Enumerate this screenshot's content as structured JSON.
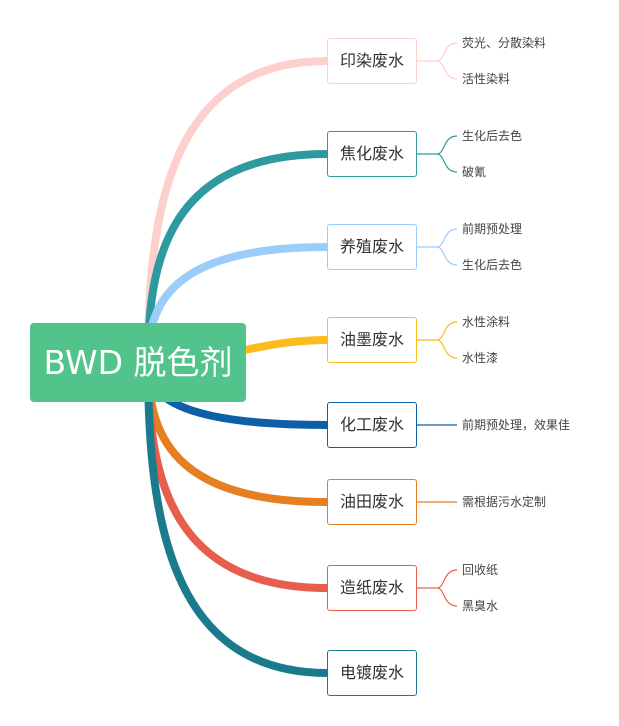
{
  "root": {
    "label": "BWD 脱色剂",
    "color": "#52c48b"
  },
  "branches": [
    {
      "label": "印染废水",
      "color": "#fdd0cd",
      "leaves": [
        "荧光、分散染料",
        "活性染料"
      ]
    },
    {
      "label": "焦化废水",
      "color": "#2e9a9f",
      "leaves": [
        "生化后去色",
        "破氰"
      ]
    },
    {
      "label": "养殖废水",
      "color": "#9acdfa",
      "leaves": [
        "前期预处理",
        "生化后去色"
      ]
    },
    {
      "label": "油墨废水",
      "color": "#fbbc1c",
      "leaves": [
        "水性涂料",
        "水性漆"
      ]
    },
    {
      "label": "化工废水",
      "color": "#0d5fa8",
      "leaves": [
        "前期预处理，效果佳"
      ]
    },
    {
      "label": "油田废水",
      "color": "#e67e22",
      "leaves": [
        "需根据污水定制"
      ]
    },
    {
      "label": "造纸废水",
      "color": "#e85e4d",
      "leaves": [
        "回收纸",
        "黑臭水"
      ]
    },
    {
      "label": "电镀废水",
      "color": "#1a7b8d",
      "leaves": []
    }
  ]
}
